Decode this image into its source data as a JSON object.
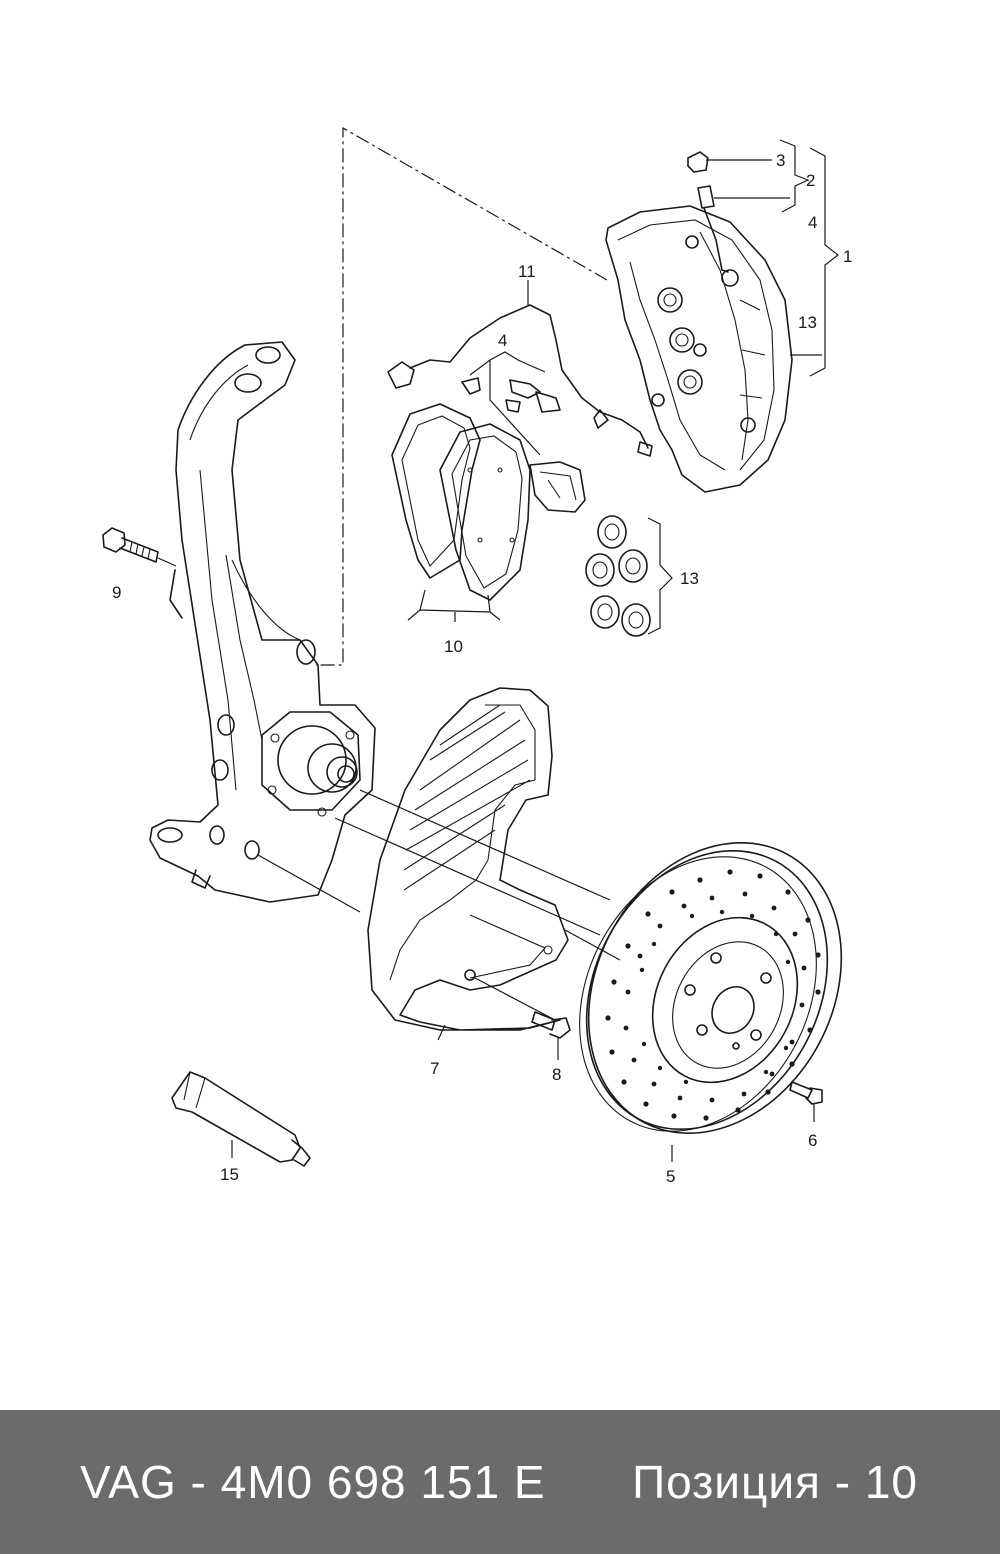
{
  "diagram": {
    "callouts": {
      "c1": "1",
      "c2": "2",
      "c3": "3",
      "c4a": "4",
      "c4b": "4",
      "c5": "5",
      "c6": "6",
      "c7": "7",
      "c8": "8",
      "c9": "9",
      "c10": "10",
      "c11": "11",
      "c13a": "13",
      "c13b": "13",
      "c15": "15"
    }
  },
  "footer": {
    "part_number": "VAG - 4M0 698 151 E",
    "position": "Позиция - 10",
    "background": "#6b6b6b",
    "text_color": "#ffffff"
  }
}
